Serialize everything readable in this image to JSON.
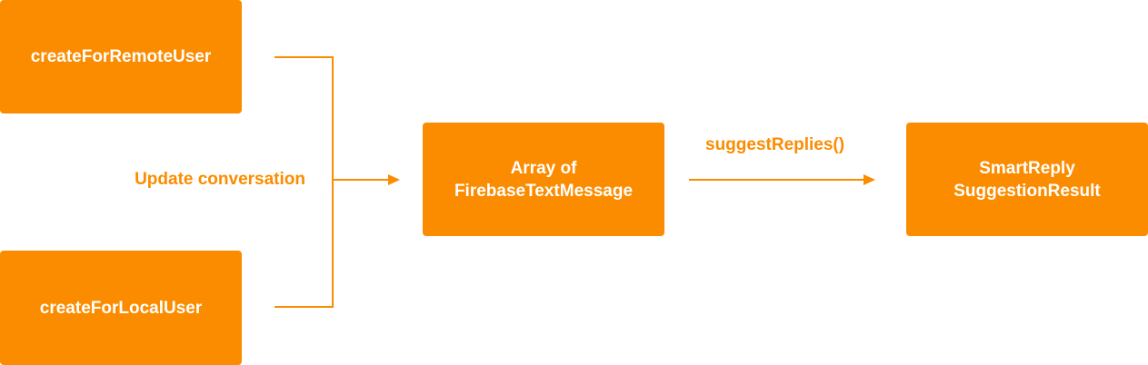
{
  "colors": {
    "accent": "#FB8C00"
  },
  "nodes": {
    "remote": "createForRemoteUser",
    "local": "createForLocalUser",
    "array_line1": "Array of",
    "array_line2": "FirebaseTextMessage",
    "result_line1": "SmartReply",
    "result_line2": "SuggestionResult"
  },
  "edges": {
    "update": "Update conversation",
    "suggest": "suggestReplies()"
  }
}
